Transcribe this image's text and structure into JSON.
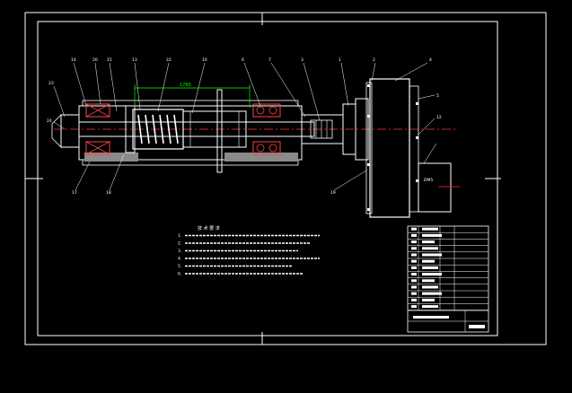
{
  "drawing": {
    "callouts_top": [
      "14",
      "20",
      "15",
      "13",
      "22",
      "16",
      "6",
      "7",
      "3",
      "1",
      "2"
    ],
    "callouts_left": [
      "23",
      "24"
    ],
    "callouts_right": [
      "4",
      "5",
      "12"
    ],
    "callouts_bottom": [
      "17",
      "18",
      "19"
    ],
    "dimension_label": "1760",
    "motor_label": "DM5"
  },
  "notes": {
    "heading": "技 术 要 求",
    "lines": [
      "1.",
      "2.",
      "3.",
      "4.",
      "5.",
      "6."
    ]
  },
  "colors": {
    "background": "#000000",
    "frame": "#ffffff",
    "part_lines": "#ffffff",
    "bearing": "#ff4444",
    "dimension": "#00ff00",
    "centerline": "#ff3333",
    "leader": "#ffffff",
    "hatching": "#c0c0c0"
  }
}
